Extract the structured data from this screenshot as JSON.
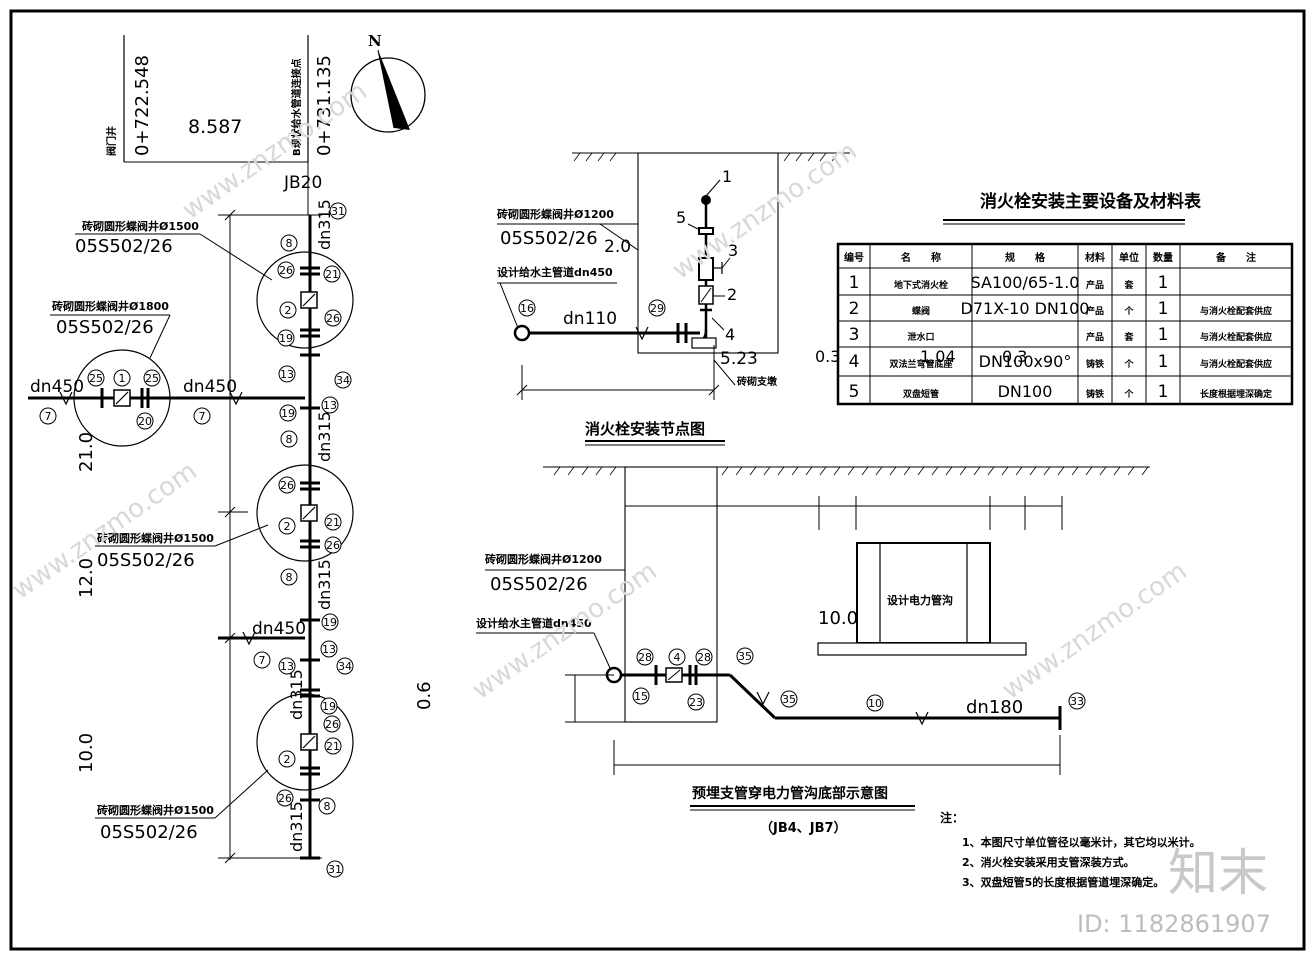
{
  "plan": {
    "station_left": {
      "name": "阀门井",
      "chainage": "0+722.548"
    },
    "station_right": {
      "name": "B现状给水管道连接点",
      "chainage": "0+731.135"
    },
    "distance": "8.587",
    "junction": "JB20",
    "north_label": "N",
    "well_top": {
      "title": "砖砌圆形蝶阀井Ø1500",
      "code": "05S502/26"
    },
    "well_1800": {
      "title": "砖砌圆形蝶阀井Ø1800",
      "code": "05S502/26"
    },
    "well_mid": {
      "title": "砖砌圆形蝶阀井Ø1500",
      "code": "05S502/26"
    },
    "well_bottom": {
      "title": "砖砌圆形蝶阀井Ø1500",
      "code": "05S502/26"
    },
    "pipe_dn450": "dn450",
    "pipe_dn315": "dn315",
    "dims": [
      "21.0",
      "12.0",
      "10.0"
    ],
    "callouts_plan": [
      "31",
      "8",
      "21",
      "26",
      "2",
      "26",
      "19",
      "13",
      "34",
      "19",
      "13",
      "8",
      "26",
      "2",
      "21",
      "26",
      "8",
      "19",
      "13",
      "13",
      "34",
      "19",
      "26",
      "2",
      "21",
      "26",
      "8",
      "31",
      "25",
      "1",
      "25",
      "20",
      "7",
      "7",
      "7"
    ]
  },
  "hydrant_section": {
    "well_title": "砖砌圆形蝶阀井Ø1200",
    "well_code": "05S502/26",
    "main_pipe": "设计给水主管道dn450",
    "branch": "dn110",
    "callout_16": "16",
    "callout_29": "29",
    "dim_depth": "2.0",
    "dim_523": "5.23",
    "support": "砖砌支墩",
    "parts": [
      "1",
      "5",
      "3",
      "2",
      "4"
    ],
    "caption": "消火栓安装节点图"
  },
  "table": {
    "title": "消火栓安装主要设备及材料表",
    "headers": [
      "编号",
      "名　　称",
      "规　　格",
      "材料",
      "单位",
      "数量",
      "备　　注"
    ],
    "rows": [
      [
        "1",
        "地下式消火栓",
        "SA100/65-1.0",
        "产品",
        "套",
        "1",
        ""
      ],
      [
        "2",
        "蝶阀",
        "D71X-10 DN100",
        "产品",
        "个",
        "1",
        "与消火栓配套供应"
      ],
      [
        "3",
        "泄水口",
        "",
        "产品",
        "套",
        "1",
        "与消火栓配套供应"
      ],
      [
        "4",
        "双法兰弯管底座",
        "DN100x90°",
        "铸铁",
        "个",
        "1",
        "与消火栓配套供应"
      ],
      [
        "5",
        "双盘短管",
        "DN100",
        "铸铁",
        "个",
        "1",
        "长度根据埋深确定"
      ]
    ],
    "stray_dims": [
      "0.3",
      "1.04",
      "0.3"
    ]
  },
  "crossing_section": {
    "well_title": "砖砌圆形蝶阀井Ø1200",
    "well_code": "05S502/26",
    "main_pipe": "设计给水主管道dn450",
    "duct_label": "设计电力管沟",
    "duct_dim": "10.0",
    "depth_dim": "0.6",
    "branch": "dn180",
    "callouts": [
      "28",
      "4",
      "28",
      "15",
      "23",
      "35",
      "35",
      "10",
      "33"
    ],
    "caption": "预埋支管穿电力管沟底部示意图",
    "subcaption": "（JB4、JB7）"
  },
  "notes": {
    "heading": "注：",
    "items": [
      "1、本图尺寸单位管径以毫米计，其它均以米计。",
      "2、消火栓安装采用支管深装方式。",
      "3、双盘短管5的长度根据管道埋深确定。"
    ]
  },
  "watermark": {
    "site": "www.znzmo.com",
    "brand": "知末",
    "id": "ID: 1182861907"
  }
}
